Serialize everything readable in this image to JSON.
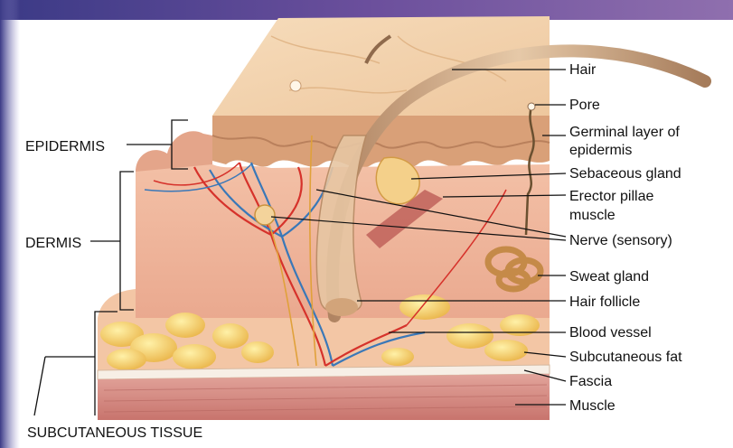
{
  "labels": {
    "left": {
      "epidermis": "EPIDERMIS",
      "dermis": "DERMIS",
      "subcutaneous_tissue": "SUBCUTANEOUS TISSUE"
    },
    "right": {
      "hair": "Hair",
      "pore": "Pore",
      "germinal_line1": "Germinal layer of",
      "germinal_line2": "epidermis",
      "sebaceous_gland": "Sebaceous gland",
      "erector_line1": "Erector pillae",
      "erector_line2": "muscle",
      "nerve": "Nerve (sensory)",
      "sweat_gland": "Sweat gland",
      "hair_follicle": "Hair follicle",
      "blood_vessel": "Blood vessel",
      "subcutaneous_fat": "Subcutaneous fat",
      "fascia": "Fascia",
      "muscle": "Muscle"
    }
  },
  "colors": {
    "frame_left": "#4a3f8c",
    "frame_top": "#6d5aa8",
    "skin_surface": "#f2d3ae",
    "epidermis": "#d9a078",
    "dermis": "#f1b9a2",
    "fat": "#f6cf63",
    "muscle": "#cf7f78",
    "artery": "#d6322b",
    "vein": "#3a78b8",
    "nerve": "#e0a13a",
    "hair": "#c9a07a"
  }
}
